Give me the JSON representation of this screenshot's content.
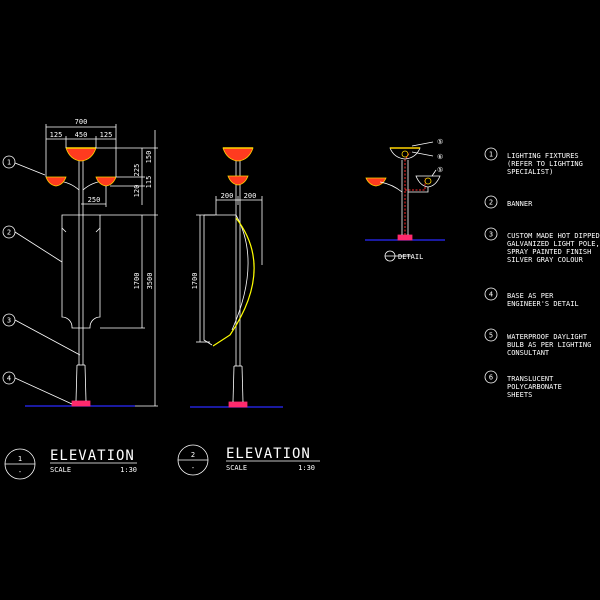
{
  "colors": {
    "background": "#000000",
    "line": "#ffffff",
    "lamp_fill": "#ff3b1f",
    "lamp_rim": "#ffd400",
    "banner_curve": "#ffff00",
    "base": "#ff2a6d",
    "ground": "#2b2bff"
  },
  "elevation1": {
    "dims": {
      "top_total": "700",
      "top_left": "125",
      "top_mid": "450",
      "top_right": "125",
      "arm": "250",
      "right_150": "150",
      "right_225": "225",
      "right_115": "115",
      "right_120": "120",
      "banner_height": "1700",
      "total_height": "3500"
    },
    "callouts": [
      "1",
      "2",
      "3",
      "4"
    ],
    "title": {
      "number": "1",
      "dash": "-",
      "label": "ELEVATION",
      "scale_label": "SCALE",
      "scale_value": "1:30"
    }
  },
  "elevation2": {
    "dims": {
      "left": "200",
      "right": "200",
      "height": "1700"
    },
    "title": {
      "number": "2",
      "dash": "-",
      "label": "ELEVATION",
      "scale_label": "SCALE",
      "scale_value": "1:30"
    }
  },
  "detail": {
    "label": "DETAIL",
    "callouts": [
      "⑤",
      "⑥",
      "⑤"
    ]
  },
  "notes": [
    {
      "num": "1",
      "lines": [
        "LIGHTING FIXTURES",
        "(REFER TO LIGHTING",
        "SPECIALIST)"
      ]
    },
    {
      "num": "2",
      "lines": [
        "BANNER"
      ]
    },
    {
      "num": "3",
      "lines": [
        "CUSTOM MADE HOT DIPPED",
        "GALVANIZED LIGHT POLE,",
        "SPRAY PAINTED FINISH",
        "SILVER GRAY COLOUR"
      ]
    },
    {
      "num": "4",
      "lines": [
        "BASE AS PER",
        "ENGINEER'S DETAIL"
      ]
    },
    {
      "num": "5",
      "lines": [
        "WATERPROOF DAYLIGHT",
        "BULB AS PER LIGHTING",
        "CONSULTANT"
      ]
    },
    {
      "num": "6",
      "lines": [
        "TRANSLUCENT",
        "POLYCARBONATE",
        "SHEETS"
      ]
    }
  ]
}
